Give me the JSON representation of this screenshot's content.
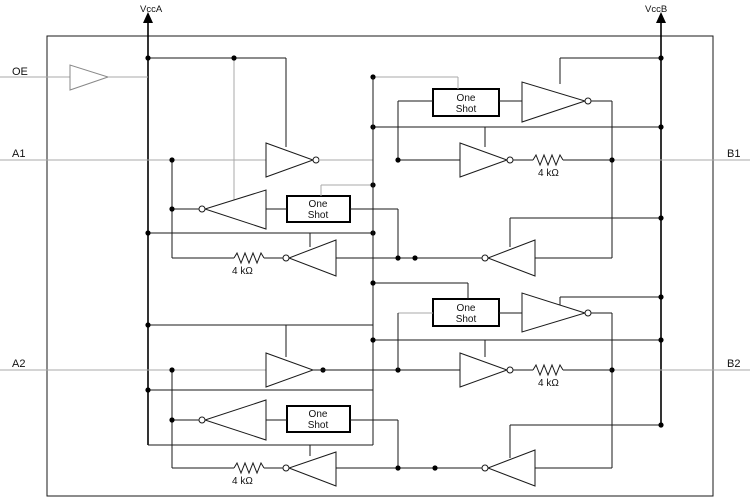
{
  "pins": {
    "vcca": "VccA",
    "vccb": "VccB",
    "oe": "OE",
    "a1": "A1",
    "b1": "B1",
    "a2": "A2",
    "b2": "B2"
  },
  "blocks": {
    "one_shot_line1": "One",
    "one_shot_line2": "Shot"
  },
  "resistor_value": "4 kΩ"
}
